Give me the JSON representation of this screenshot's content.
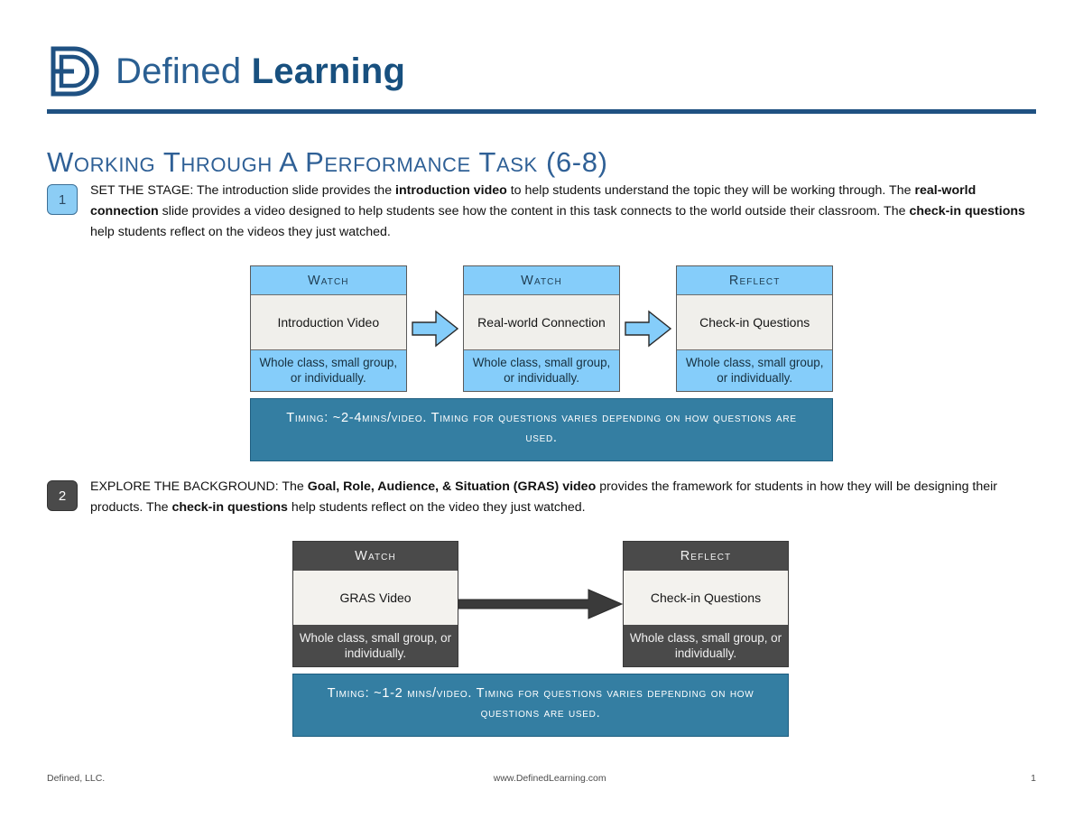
{
  "brand": {
    "logo_icon": "defined-d-monogram-icon",
    "name_light": "Defined",
    "name_bold": "Learning",
    "accent_color": "#1f5182"
  },
  "document": {
    "title": "Working Through A Performance Task (6-8)"
  },
  "steps": [
    {
      "number": "1",
      "badge_style": "blue",
      "text_parts": [
        {
          "text": "SET THE STAGE: The introduction slide provides the ",
          "bold": false
        },
        {
          "text": "introduction video",
          "bold": true
        },
        {
          "text": " to help students understand the topic they will be working through. The ",
          "bold": false
        },
        {
          "text": "real-world connection",
          "bold": true
        },
        {
          "text": " slide provides a video designed to help students see how the content in this task connects to the world outside their classroom. The ",
          "bold": false
        },
        {
          "text": "check-in questions",
          "bold": true
        },
        {
          "text": " help students reflect on the videos they just watched.",
          "bold": false
        }
      ],
      "full_text": "SET THE STAGE: The introduction slide provides the introduction video to help students understand the topic they will be working through. The real-world connection slide provides a video designed to help students see how the content in this task connects to the world outside their classroom. The check-in questions help students reflect on the videos they just watched."
    },
    {
      "number": "2",
      "badge_style": "dark",
      "text_parts": [
        {
          "text": "EXPLORE THE BACKGROUND: The ",
          "bold": false
        },
        {
          "text": "Goal, Role, Audience, & Situation (GRAS) video",
          "bold": true
        },
        {
          "text": " provides the framework for students in how they will be designing their products. The ",
          "bold": false
        },
        {
          "text": "check-in questions",
          "bold": true
        },
        {
          "text": " help students reflect on the video they just watched.",
          "bold": false
        }
      ],
      "full_text": "EXPLORE THE BACKGROUND: The Goal, Role, Audience, & Situation (GRAS) video provides the framework for students in how they will be designing their products. The check-in questions help students reflect on the video they just watched."
    }
  ],
  "flow_1": {
    "theme_color": "#85cdfa",
    "arrow_icon": "right-arrow-icon",
    "cards": [
      {
        "head": "Watch",
        "body": "Introduction Video",
        "foot": "Whole class, small group, or individually."
      },
      {
        "head": "Watch",
        "body": "Real-world Connection",
        "foot": "Whole class, small group, or individually."
      },
      {
        "head": "Reflect",
        "body": "Check-in Questions",
        "foot": "Whole class, small group, or individually."
      }
    ],
    "timing": "Timing: ~2-4mins/video. Timing for questions varies depending on how questions are used."
  },
  "flow_2": {
    "theme_color": "#4a4a4a",
    "arrow_icon": "right-arrow-icon",
    "cards": [
      {
        "head": "Watch",
        "body": "GRAS Video",
        "foot": "Whole class, small group, or individually."
      },
      {
        "head": "Reflect",
        "body": "Check-in Questions",
        "foot": "Whole class, small group, or individually."
      }
    ],
    "timing": "Timing: ~1-2 mins/video. Timing for questions varies depending on how questions are used."
  },
  "footer": {
    "left": "Defined, LLC.",
    "center": "www.DefinedLearning.com",
    "page_number": "1"
  }
}
